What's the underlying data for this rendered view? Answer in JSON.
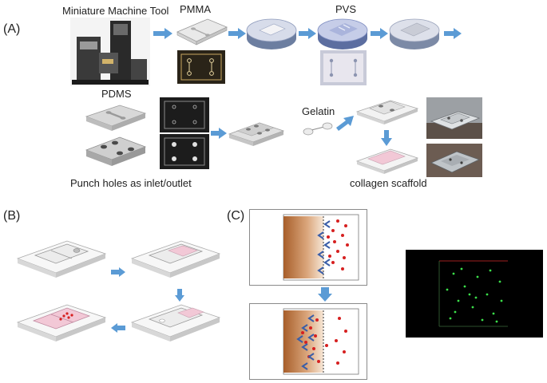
{
  "panels": {
    "a": "(A)",
    "b": "(B)",
    "c": "(C)"
  },
  "labels": {
    "machine_tool": "Miniature Machine Tool",
    "pmma": "PMMA",
    "pvs": "PVS",
    "pdms": "PDMS",
    "gelatin": "Gelatin",
    "punch_holes": "Punch holes as inlet/outlet",
    "collagen": "collagen scaffold"
  },
  "colors": {
    "arrow": "#5b9bd5",
    "pink_channel": "#f2c8d6",
    "dot_red": "#d62020",
    "chevron_blue": "#3a5ea8",
    "microscopy_bg": "#000000",
    "microscopy_dots": "#3be04a"
  }
}
